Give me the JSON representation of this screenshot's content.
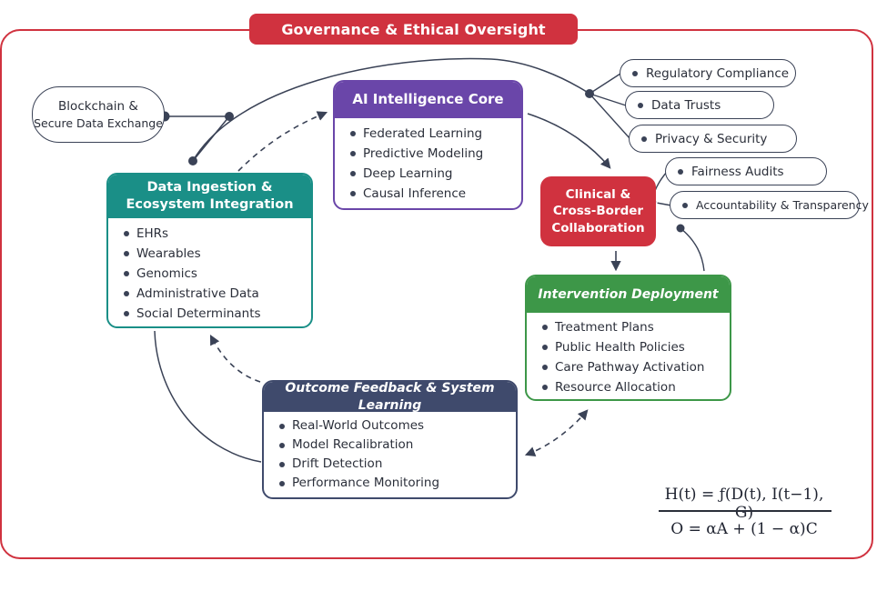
{
  "governance_title": "Governance  & Ethical Oversight",
  "blockchain": {
    "line1": "Blockchain &",
    "line2": "Secure Data Exchange"
  },
  "data_ingestion": {
    "title_line1": "Data Ingestion &",
    "title_line2": "Ecosystem Integration",
    "items": [
      "EHRs",
      "Wearables",
      "Genomics",
      "Administrative Data",
      "Social Determinants"
    ]
  },
  "ai_core": {
    "title": "AI Intelligence Core",
    "items": [
      "Federated Learning",
      "Predictive Modeling",
      "Deep Learning",
      "Causal Inference"
    ]
  },
  "clinical": {
    "line1": "Clinical &",
    "line2": "Cross-Border",
    "line3": "Collaboration"
  },
  "governance_items": [
    "Regulatory Compliance",
    "Data Trusts",
    "Privacy & Security",
    "Fairness Audits",
    "Accountability & Transparency"
  ],
  "intervention": {
    "title": "Intervention Deployment",
    "items": [
      "Treatment Plans",
      "Public Health Policies",
      "Care Pathway Activation",
      "Resource Allocation"
    ]
  },
  "feedback": {
    "title": "Outcome Feedback & System Learning",
    "items": [
      "Real-World Outcomes",
      "Model Recalibration",
      "Drift Detection",
      "Performance Monitoring"
    ]
  },
  "formulas": {
    "line1": "H(t) = ƒ(D(t), I(t−1), G)",
    "line2": "O = αA + (1 − α)C"
  },
  "colors": {
    "governance": "#d0323f",
    "data_ingestion": "#1a8f87",
    "ai_core": "#6a46a9",
    "intervention": "#3d9748",
    "feedback": "#3f4a6c",
    "connector": "#3a4256"
  }
}
